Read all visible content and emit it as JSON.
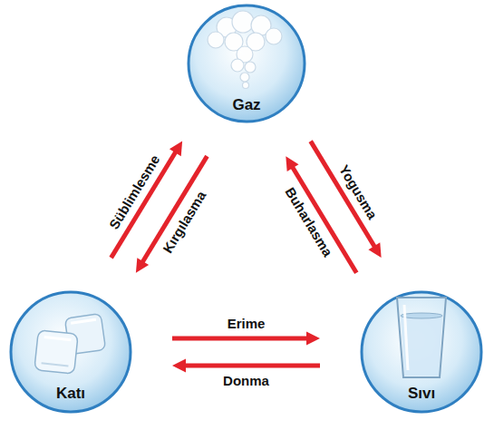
{
  "diagram": {
    "nodes": [
      {
        "text": [
          "Gaz"
        ]
      },
      {
        "text": [
          "Katı"
        ]
      },
      {
        "text": [
          "Sıvı"
        ]
      }
    ],
    "edges": [
      {
        "from": 1,
        "to": 0,
        "label": "Süblimlesme",
        "arrow": "to"
      },
      {
        "from": 0,
        "to": 1,
        "label": "Kırgılasma",
        "arrow": "to"
      },
      {
        "from": 0,
        "to": 2,
        "label": "Yogusma",
        "arrow": "to"
      },
      {
        "from": 2,
        "to": 0,
        "label": "Buharlasma",
        "arrow": "to"
      },
      {
        "from": 1,
        "to": 2,
        "label": "Erime",
        "arrow": "to"
      },
      {
        "from": 2,
        "to": 1,
        "label": "Donma",
        "arrow": "to"
      }
    ]
  }
}
